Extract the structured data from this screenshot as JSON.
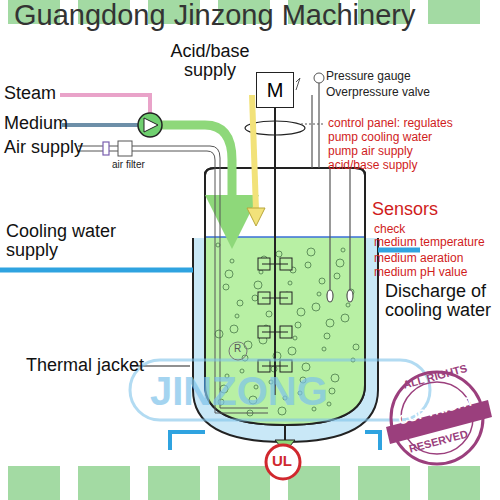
{
  "diagram": {
    "nodes": [
      {
        "text": [
          "M"
        ]
      }
    ],
    "labels": [
      "Guangdong Jinzong Machinery",
      "Acid/base supply",
      "Pressure gauge",
      "Overpressure valve",
      "control panel: regulates",
      "pump cooling water",
      "pump air supply",
      "acid/base supply",
      "Steam",
      "Medium",
      "Air supply",
      "air filter",
      "Sensors",
      "check",
      "medium temperature",
      "medium aeration",
      "medium pH value",
      "Cooling water supply",
      "Discharge of cooling water",
      "Thermal jacket",
      "JINZONG",
      "ALL RIGHTS",
      "COPYRIGHT",
      "RESERVED",
      "UL",
      "R"
    ]
  }
}
